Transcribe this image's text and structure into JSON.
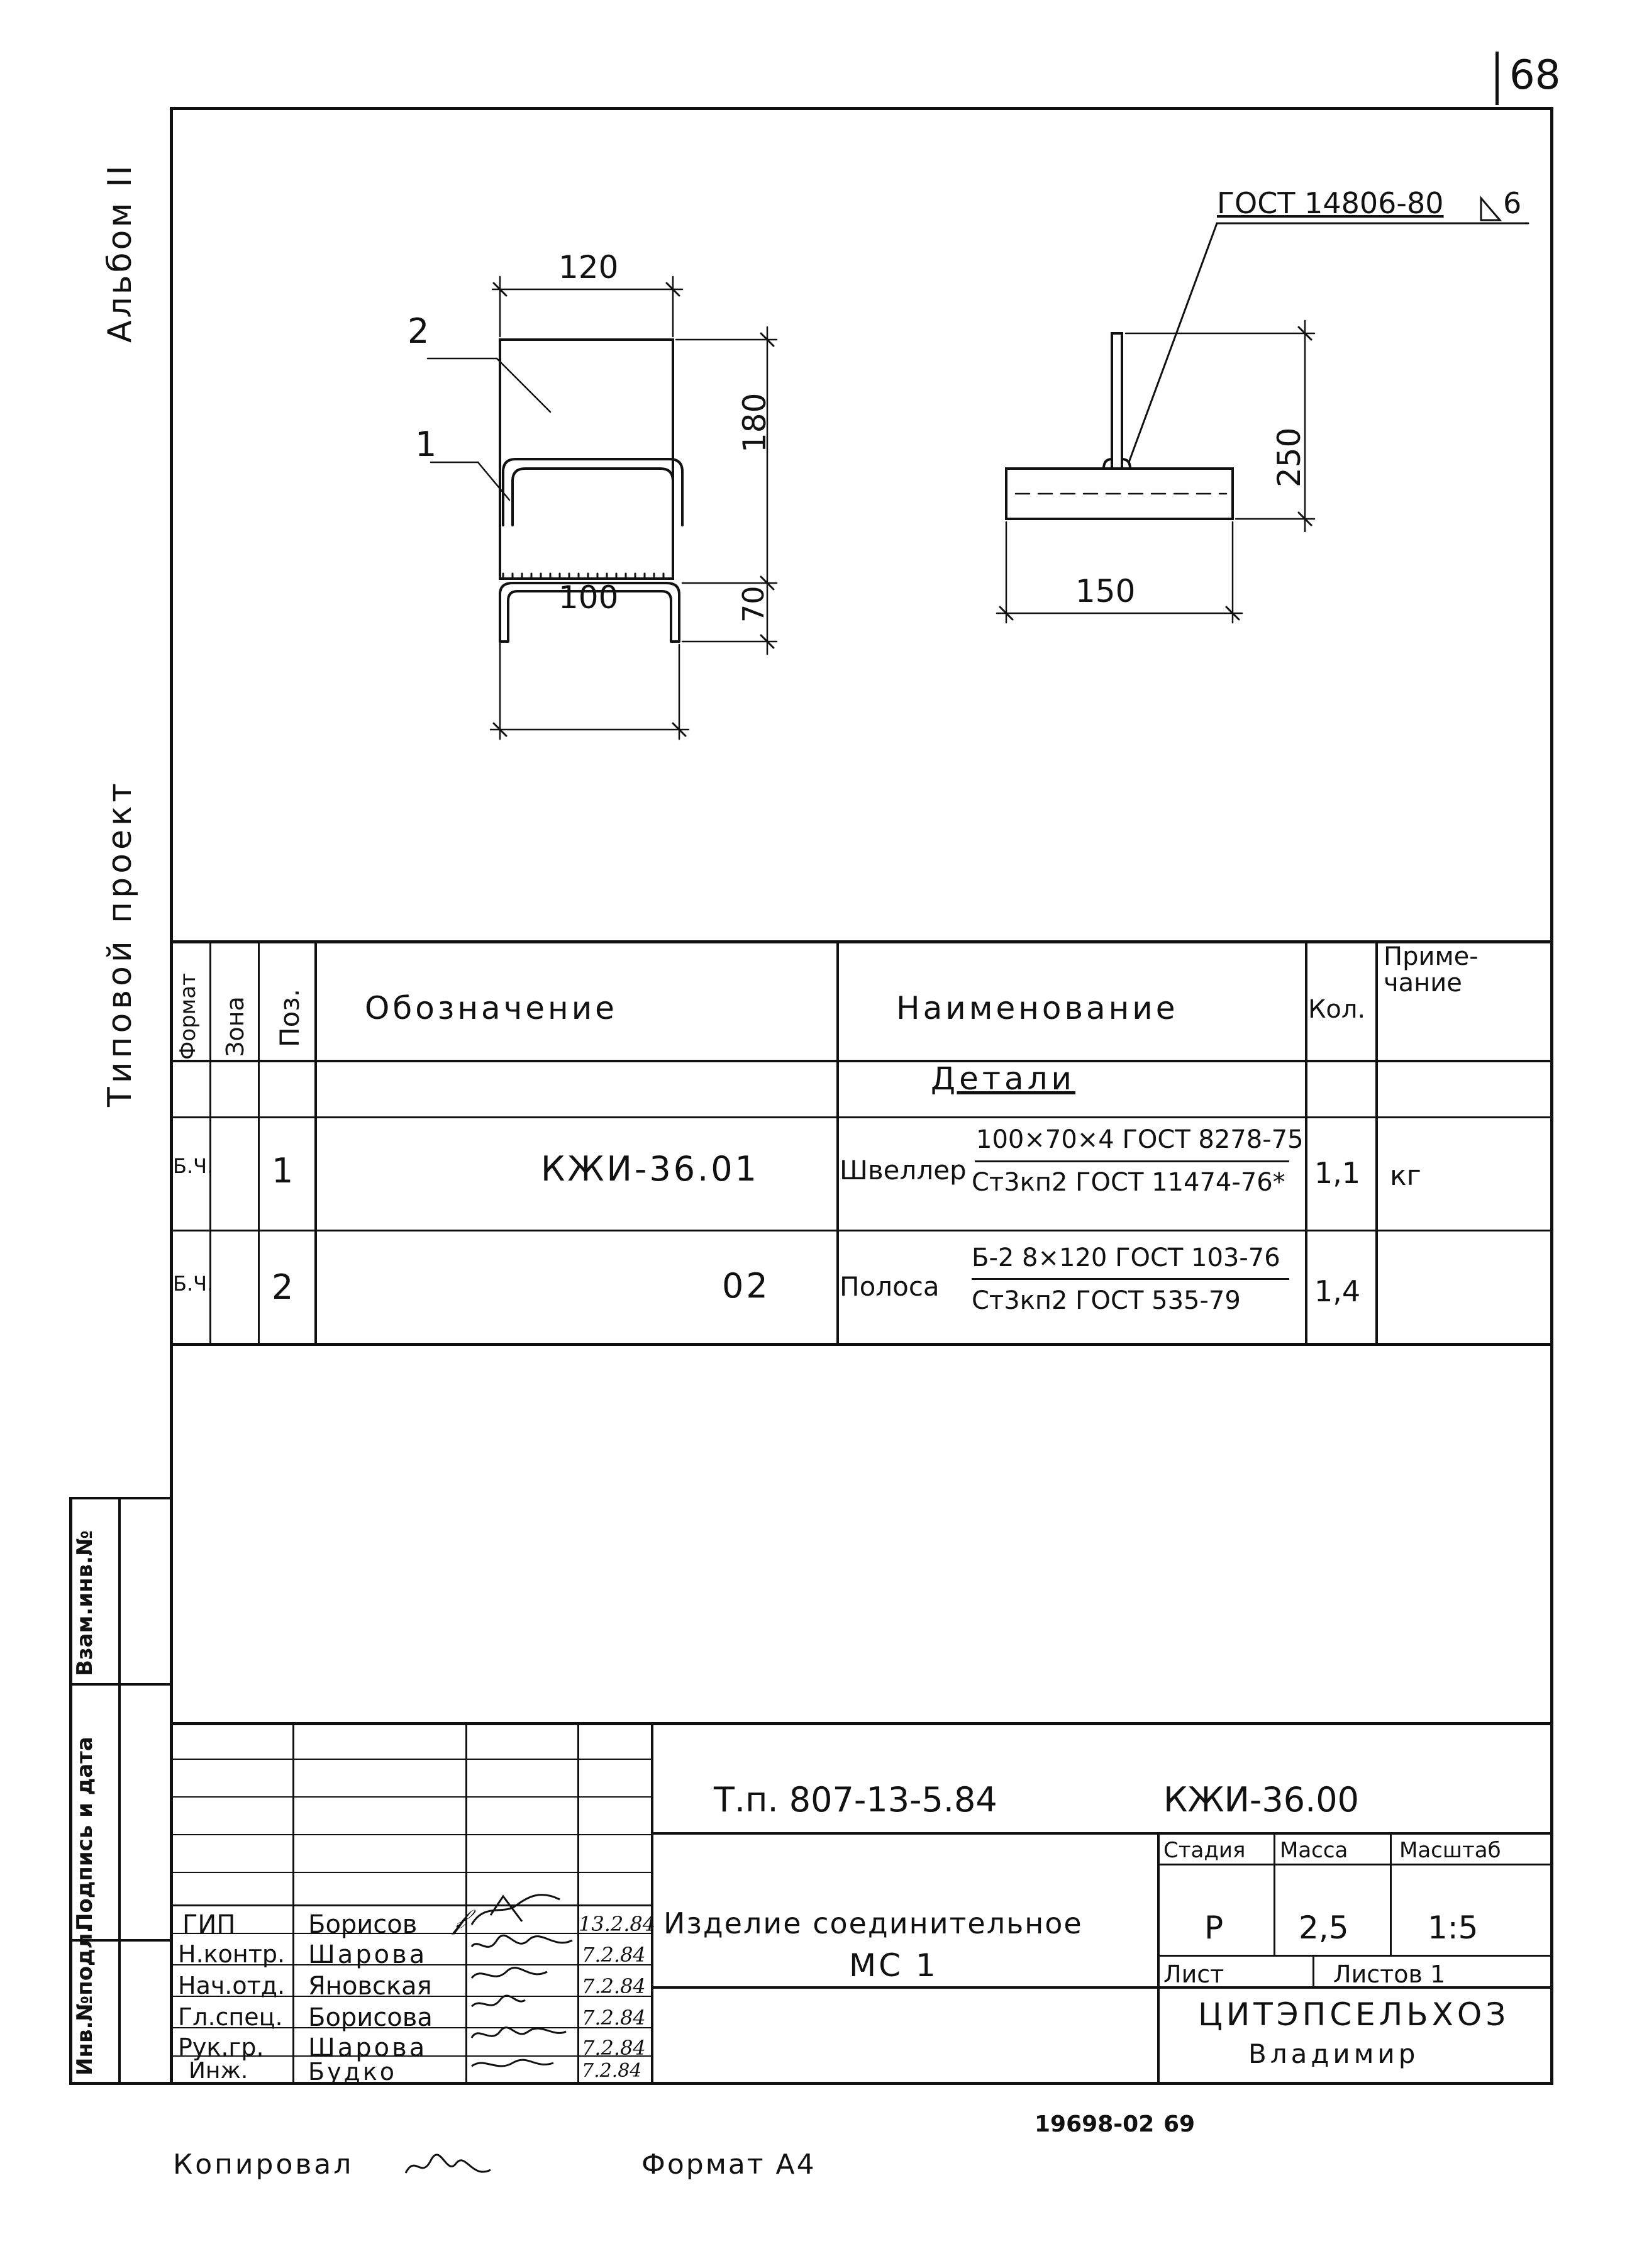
{
  "sheet_number": "68",
  "margin_labels": {
    "album": "Альбом II",
    "project": "Типовой проект",
    "inv_podl": "Инв.№подл.",
    "podpis_data": "Подпись и дата",
    "vzam_inv": "Взам.инв.№"
  },
  "drawing": {
    "left_view": {
      "width_top": "120",
      "height_upper": "180",
      "height_lower": "70",
      "width_bottom": "100",
      "callout_1": "1",
      "callout_2": "2"
    },
    "right_view": {
      "weld_note": "ГОСТ 14806-80",
      "weld_size": "6",
      "height": "250",
      "width": "150"
    }
  },
  "spec_table": {
    "headers": {
      "format": "Формат",
      "zone": "Зона",
      "pos": "Поз.",
      "designation": "Обозначение",
      "name": "Наименование",
      "qty": "Кол.",
      "note": "Приме-\nчание"
    },
    "section_title": "Детали",
    "rows": [
      {
        "format": "Б.Ч.",
        "pos": "1",
        "designation": "КЖИ-36.01",
        "name_prefix": "Швеллер",
        "name_top": "100×70×4 ГОСТ 8278-75",
        "name_bottom": "Ст3кп2 ГОСТ 11474-76*",
        "qty": "1,1",
        "note": "кг"
      },
      {
        "format": "Б.Ч.",
        "pos": "2",
        "designation": "02",
        "name_prefix": "Полоса",
        "name_top": "Б-2 8×120 ГОСТ 103-76",
        "name_bottom": "Ст3кп2 ГОСТ 535-79",
        "qty": "1,4",
        "note": ""
      }
    ]
  },
  "title_block": {
    "project_code": "Т.п. 807-13-5.84",
    "doc_code": "КЖИ-36.00",
    "product_name_1": "Изделие соединительное",
    "product_name_2": "МС 1",
    "stage_label": "Стадия",
    "mass_label": "Масса",
    "scale_label": "Масштаб",
    "stage": "Р",
    "mass": "2,5",
    "scale": "1:5",
    "sheet_label": "Лист",
    "sheets_label": "Листов 1",
    "org": "ЦИТЭПСЕЛЬХОЗ",
    "city": "Владимир",
    "people": [
      {
        "role": "ГИП",
        "name": "Борисов",
        "date": "13.2.84"
      },
      {
        "role": "Н.контр.",
        "name": "Шарова",
        "date": "7.2.84"
      },
      {
        "role": "Нач.отд.",
        "name": "Яновская",
        "date": "7.2.84"
      },
      {
        "role": "Гл.спец.",
        "name": "Борисова",
        "date": "7.2.84"
      },
      {
        "role": "Рук.гр.",
        "name": "Шарова",
        "date": "7.2.84"
      },
      {
        "role": "Инж.",
        "name": "Будко",
        "date": "7.2.84"
      }
    ]
  },
  "footer": {
    "copied": "Копировал",
    "format": "Формат А4",
    "archive": "19698-02",
    "page": "69"
  }
}
